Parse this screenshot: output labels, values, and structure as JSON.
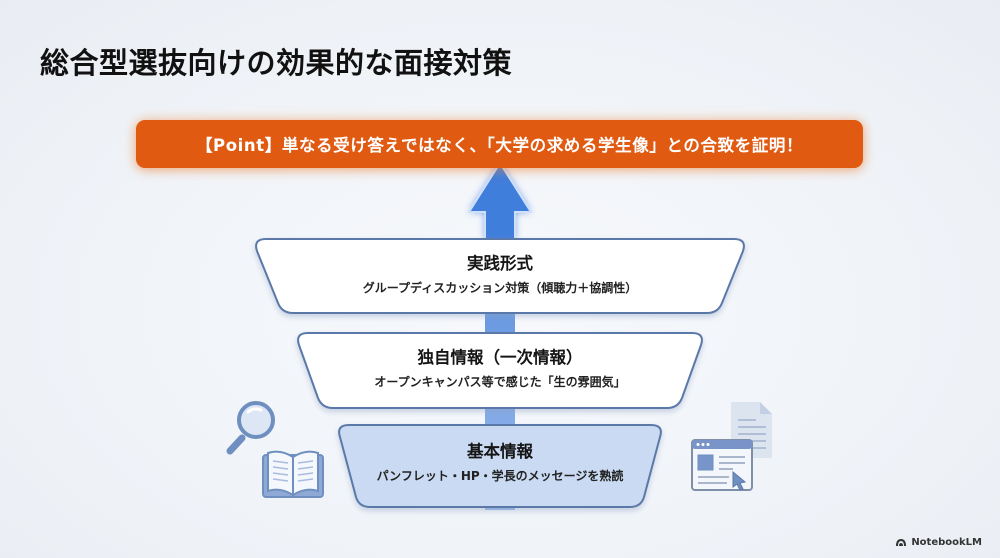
{
  "slide": {
    "title": "総合型選抜向けの効果的な面接対策",
    "banner": {
      "text": "【Point】単なる受け答えではなく、「大学の求める学生像」との合致を証明！",
      "color": "#E05A12"
    },
    "pyramid": {
      "direction": "bottom-to-top",
      "arrow_color": "#3F7EDB",
      "layers": [
        {
          "level": 3,
          "title": "実践形式",
          "subtitle": "グループディスカッション対策（傾聴力＋協調性）",
          "fill": "#FFFFFF"
        },
        {
          "level": 2,
          "title": "独自情報（一次情報）",
          "subtitle": "オープンキャンパス等で感じた「生の雰囲気」",
          "fill": "#FFFFFF"
        },
        {
          "level": 1,
          "title": "基本情報",
          "subtitle": "パンフレット・HP・学長のメッセージを熟読",
          "fill": "#C9DAF2"
        }
      ],
      "border_color": "#5A78A8"
    },
    "icons": {
      "left": [
        "magnifier-icon",
        "open-book-icon"
      ],
      "right": [
        "document-icon",
        "browser-window-icon"
      ]
    }
  },
  "brand": {
    "label": "NotebookLM"
  }
}
